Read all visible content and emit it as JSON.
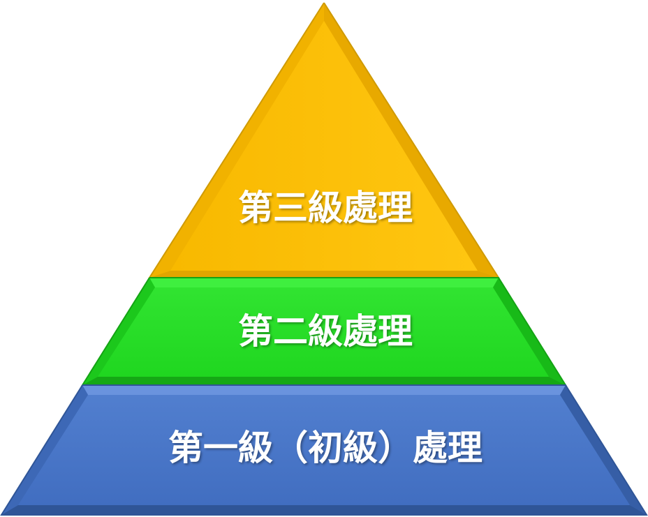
{
  "diagram": {
    "type": "pyramid",
    "tiers": [
      {
        "label": "第三級處理",
        "color": "#FFC000",
        "edge_color": "#D9A400"
      },
      {
        "label": "第二級處理",
        "color": "#22DD22",
        "edge_color": "#16B016"
      },
      {
        "label": "第一級（初級）處理",
        "color": "#4472C4",
        "edge_color": "#2F5597"
      }
    ]
  }
}
